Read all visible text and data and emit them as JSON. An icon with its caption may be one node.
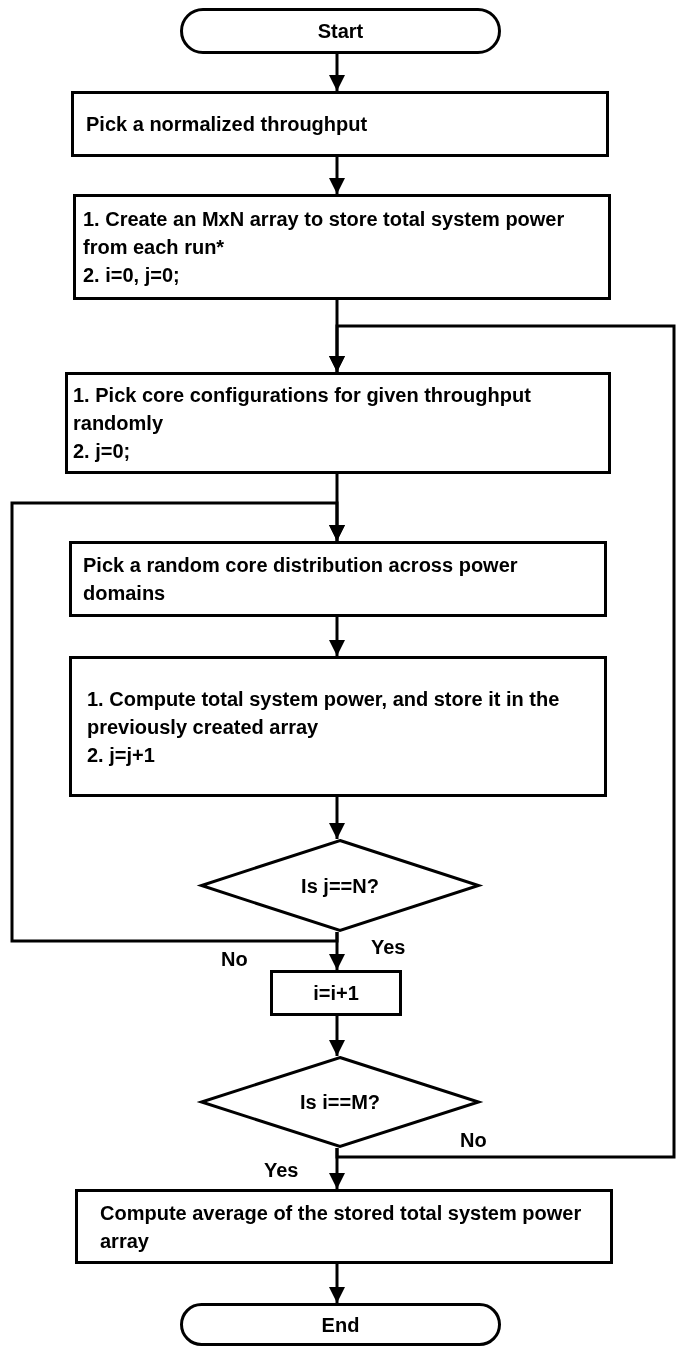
{
  "diagram": {
    "nodes": [
      {
        "text": [
          "Start"
        ]
      },
      {
        "text": [
          "Pick a normalized throughput"
        ]
      },
      {
        "text": [
          "1. Create an MxN array to store total system power from each run*",
          "2. i=0, j=0;"
        ]
      },
      {
        "text": [
          "1. Pick core configurations for given throughput randomly",
          "2. j=0;"
        ]
      },
      {
        "text": [
          "Pick a random core distribution across power domains"
        ]
      },
      {
        "text": [
          "1. Compute total system power, and store it in the previously created array",
          "2. j=j+1"
        ]
      },
      {
        "text": [
          "Is j==N?"
        ]
      },
      {
        "text": [
          "i=i+1"
        ]
      },
      {
        "text": [
          "Is i==M?"
        ]
      },
      {
        "text": [
          "Compute average of the stored total system power array"
        ]
      },
      {
        "text": [
          "End"
        ]
      }
    ],
    "edges": [
      {
        "from": 0,
        "to": 1,
        "arrow": "to"
      },
      {
        "from": 1,
        "to": 2,
        "arrow": "to"
      },
      {
        "from": 2,
        "to": 3,
        "arrow": "to"
      },
      {
        "from": 3,
        "to": 4,
        "arrow": "to"
      },
      {
        "from": 4,
        "to": 5,
        "arrow": "to"
      },
      {
        "from": 5,
        "to": 6,
        "arrow": "to"
      },
      {
        "from": 6,
        "to": 7,
        "arrow": "to",
        "label": "Yes"
      },
      {
        "from": 6,
        "to": 4,
        "arrow": "to",
        "label": "No"
      },
      {
        "from": 7,
        "to": 8,
        "arrow": "to"
      },
      {
        "from": 8,
        "to": 9,
        "arrow": "to",
        "label": "Yes"
      },
      {
        "from": 8,
        "to": 3,
        "arrow": "to",
        "label": "No"
      },
      {
        "from": 9,
        "to": 10,
        "arrow": "to"
      }
    ]
  }
}
